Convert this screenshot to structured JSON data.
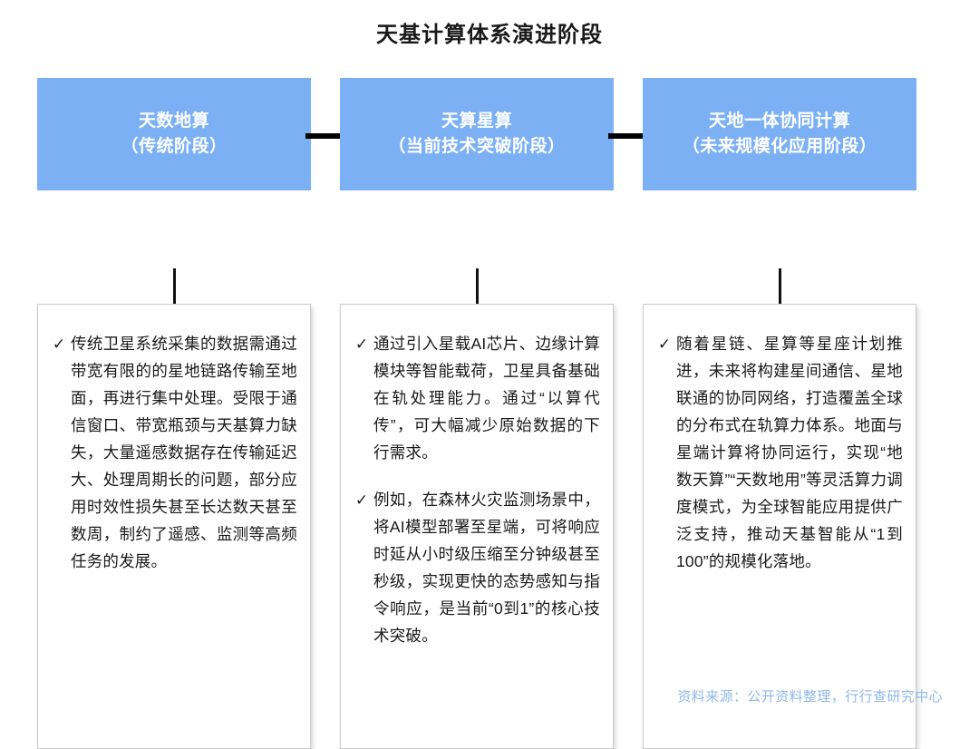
{
  "title": "天基计算体系演进阶段",
  "theme": {
    "header_fill": "#7CB0F5",
    "header_text": "#FFFFFF",
    "body_fill": "#FFFFFF",
    "body_border": "#C9C9C9",
    "arrow_color": "#000000",
    "text_color": "#1A1A1A",
    "source_color": "#8FB8E8"
  },
  "icons": {
    "check": "✓",
    "arrow": "→"
  },
  "stages": [
    {
      "header_line1": "天数地算",
      "header_line2": "（传统阶段）",
      "bullets": [
        "传统卫星系统采集的数据需通过带宽有限的的星地链路传输至地面，再进行集中处理。受限于通信窗口、带宽瓶颈与天基算力缺失，大量遥感数据存在传输延迟大、处理周期长的问题，部分应用时效性损失甚至长达数天甚至数周，制约了遥感、监测等高频任务的发展。"
      ]
    },
    {
      "header_line1": "天算星算",
      "header_line2": "（当前技术突破阶段）",
      "bullets": [
        "通过引入星载AI芯片、边缘计算模块等智能载荷，卫星具备基础在轨处理能力。通过“以算代传”，可大幅减少原始数据的下行需求。",
        "例如，在森林火灾监测场景中，将AI模型部署至星端，可将响应时延从小时级压缩至分钟级甚至秒级，实现更快的态势感知与指令响应，是当前“0到1”的核心技术突破。"
      ]
    },
    {
      "header_line1": "天地一体协同计算",
      "header_line2": "（未来规模化应用阶段）",
      "bullets": [
        "随着星链、星算等星座计划推进，未来将构建星间通信、星地联通的协同网络，打造覆盖全球的分布式在轨算力体系。地面与星端计算将协同运行，实现“地数天算”“天数地用”等灵活算力调度模式，为全球智能应用提供广泛支持，推动天基智能从“1到100”的规模化落地。"
      ]
    }
  ],
  "source": "资料来源：公开资料整理，行行查研究中心"
}
